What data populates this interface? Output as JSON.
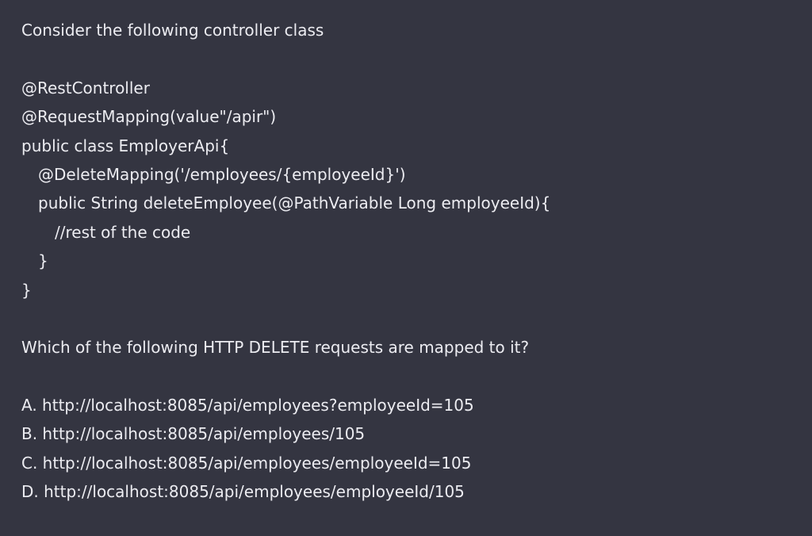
{
  "message": {
    "intro": "Consider the following controller class",
    "code_lines": [
      "@RestController",
      "@RequestMapping(value\"/apir\")",
      "public class EmployerApi{",
      "@DeleteMapping('/employees/{employeeId}')",
      "public String deleteEmployee(@PathVariable Long employeeId){",
      "//rest of the code",
      "}",
      "}"
    ],
    "question": "Which of the following HTTP DELETE requests are mapped to it?",
    "options": [
      "A. http://localhost:8085/api/employees?employeeId=105",
      "B. http://localhost:8085/api/employees/105",
      "C. http://localhost:8085/api/employees/employeeId=105",
      "D. http://localhost:8085/api/employees/employeeId/105"
    ]
  }
}
